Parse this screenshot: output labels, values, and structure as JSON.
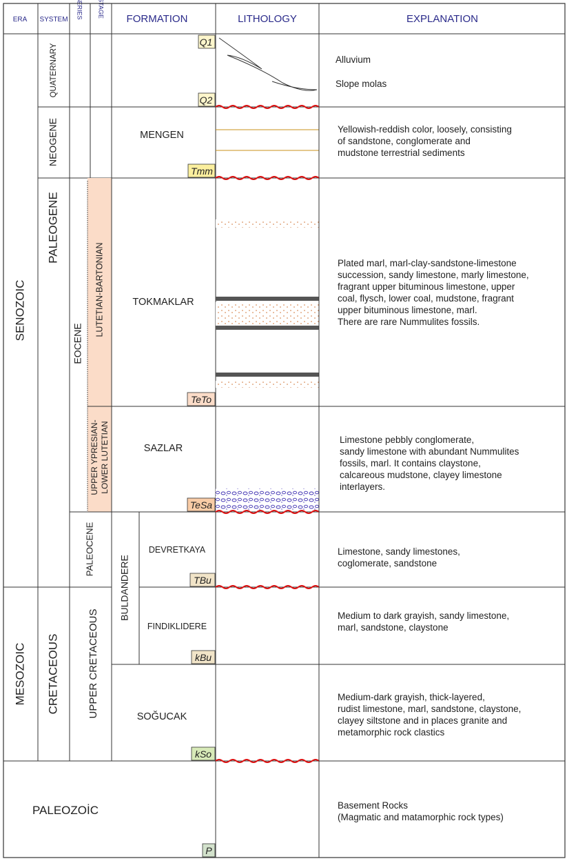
{
  "headers": {
    "era": "ERA",
    "system": "SYSTEM",
    "series": "SERIES",
    "stage": "STAGE",
    "formation": "FORMATION",
    "lithology": "LITHOLOGY",
    "explanation": "EXPLANATION"
  },
  "eras": {
    "senozoic": "SENOZOIC",
    "mesozoic": "MESOZOIC",
    "paleozoic": "PALEOZOİC"
  },
  "systems": {
    "quaternary": "QUATERNARY",
    "neogene": "NEOGENE",
    "paleogene": "PALEOGENE",
    "cretaceous": "CRETACEOUS"
  },
  "series": {
    "eocene": "EOCENE",
    "paleocene": "PALEOCENE",
    "upper_cretaceous": "UPPER CRETACEOUS"
  },
  "stages": {
    "lutetian_bartonian": "LUTETIAN-BARTONIAN",
    "upper_ypresian_line1": "UPPER YPRESIAN-",
    "upper_ypresian_line2": "LOWER LUTETIAN"
  },
  "formations": {
    "mengen": "MENGEN",
    "tokmaklar": "TOKMAKLAR",
    "sazlar": "SAZLAR",
    "buldandere": "BULDANDERE",
    "devretkaya": "DEVRETKAYA",
    "findiklidere": "FINDIKLIDERE",
    "sogucak": "SOĞUCAK"
  },
  "codes": {
    "q1": "Q1",
    "q2": "Q2",
    "tmm": "Tmm",
    "teto": "TeTo",
    "tesa": "TeSa",
    "tbu": "TBu",
    "kbu": "kBu",
    "kso": "kSo",
    "p": "P"
  },
  "explanations": {
    "quaternary": [
      "Alluvium",
      "Slope molas"
    ],
    "mengen": [
      "Yellowish-reddish color, loosely, consisting",
      "of sandstone, conglomerate and",
      "mudstone terrestrial sediments"
    ],
    "tokmaklar": [
      "Plated marl, marl-clay-sandstone-limestone",
      "succession, sandy limestone, marly limestone,",
      "fragrant upper bituminous limestone, upper",
      "coal, flysch, lower coal, mudstone, fragrant",
      "upper bituminous limestone, marl.",
      "There are rare Nummulites fossils."
    ],
    "sazlar": [
      "Limestone pebbly conglomerate,",
      "sandy limestone with abundant Nummulites",
      "fossils, marl. It contains claystone,",
      "calcareous mudstone, clayey limestone",
      "interlayers."
    ],
    "devretkaya": [
      "Limestone, sandy limestones,",
      "coglomerate, sandstone"
    ],
    "findiklidere": [
      "Medium to dark grayish, sandy limestone,",
      "marl, sandstone, claystone"
    ],
    "sogucak": [
      "Medium-dark grayish, thick-layered,",
      "rudist limestone, marl, sandstone, claystone,",
      "clayey siltstone and in places granite and",
      "metamorphic rock clastics"
    ],
    "paleozoic": [
      "Basement Rocks",
      "(Magmatic and matamorphic rock types)"
    ]
  },
  "colors": {
    "senozoic": "#fcf3a6",
    "mesozoic": "#bfe2e2",
    "paleozoic": "#d3e2cc",
    "quaternary": "#fdf6cc",
    "neogene": "#fbef9e",
    "paleogene": "#f9cca6",
    "eocene_stage": "#fbdcc8",
    "paleocene": "#f6d3b6",
    "buldandere": "#f1e4c8",
    "cretaceous": "#cde3b0",
    "upper_cretaceous": "#d7eab8",
    "tokmaklar_pattern": "#e8542a",
    "sazlar_pattern": "#3a2bb0",
    "devretkaya_pattern": "#8a8a20",
    "findiklidere_pattern": "#1aa050",
    "sogucak_pattern": "#7030a0",
    "mengen_pattern": "#c89018",
    "paleozoic_pattern": "#a02090",
    "unconformity": "#dd1111",
    "header_text": "#2a2a8a"
  }
}
